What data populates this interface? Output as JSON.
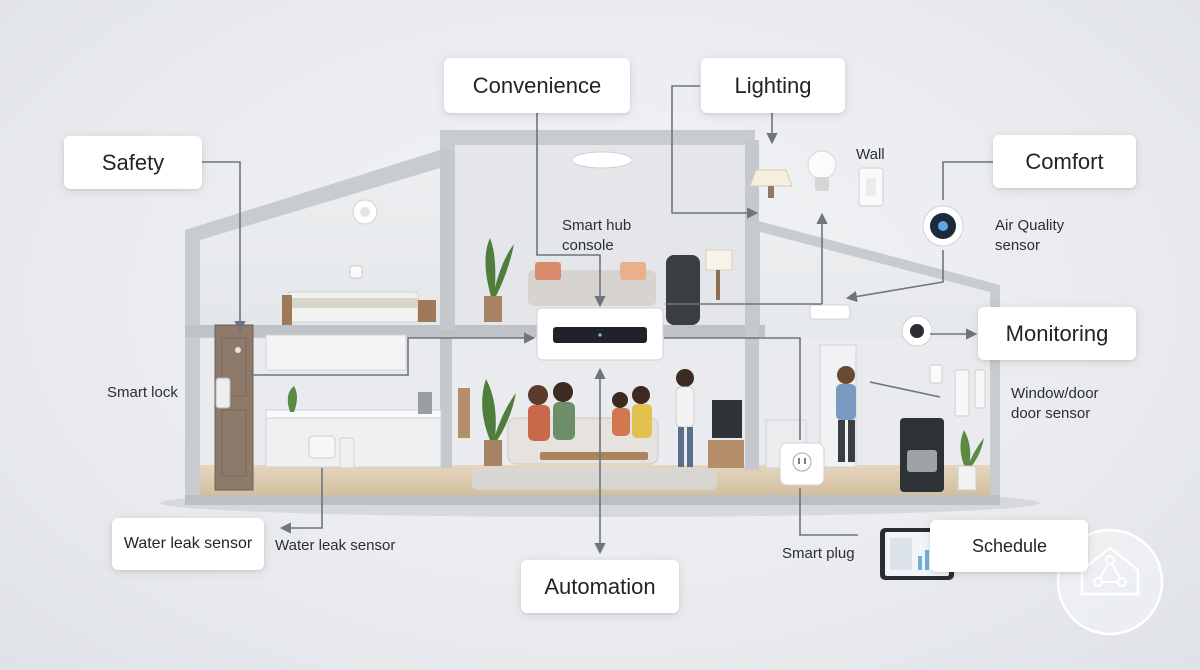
{
  "categories": {
    "safety": "Safety",
    "convenience": "Convenience",
    "lighting": "Lighting",
    "comfort": "Comfort",
    "monitoring": "Monitoring",
    "automation": "Automation",
    "schedule": "Schedule"
  },
  "device_labels": {
    "wall": "Wall",
    "smart_hub": "Smart hub\nconsole",
    "air_quality": "Air Quality\nsensor",
    "smart_lock": "Smart lock",
    "window_door": "Window/door\ndoor sensor",
    "water_leak_card": "Water leak sensor",
    "water_leak": "Water leak sensor",
    "smart_plug": "Smart plug"
  },
  "colors": {
    "connector": "#6f757c",
    "wall": "#cfd2d6",
    "floor": "#d9c7ad",
    "card": "#ffffff"
  },
  "icons": [
    "house-network-logo",
    "smart-hub-device",
    "smart-plug-icon",
    "tablet-schedule-icon",
    "thermostat-icon",
    "camera-icon",
    "smoke-detector-icon",
    "ceiling-light-icon",
    "bulb-icon",
    "wall-switch-icon",
    "wall-lamp-icon"
  ]
}
